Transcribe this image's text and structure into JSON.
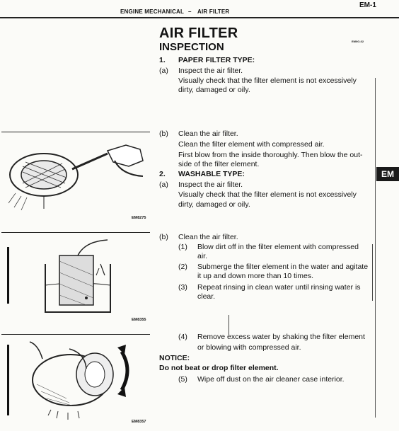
{
  "header": {
    "section": "ENGINE MECHANICAL",
    "separator": "–",
    "topic": "AIR FILTER",
    "page_number": "EM-1",
    "side_tab": "EM",
    "doc_code": "EM0G-02"
  },
  "title": "AIR FILTER",
  "subtitle": "INSPECTION",
  "items": {
    "s1_num": "1.",
    "s1_title": "PAPER FILTER TYPE:",
    "a1_letter": "(a)",
    "a1_title": "Inspect the air filter.",
    "a1_l1": "Visually check that the filter element is not excessively",
    "a1_l2": "dirty, damaged or oily.",
    "b1_letter": "(b)",
    "b1_title": "Clean the air filter.",
    "b1_l1": "Clean the filter element with compressed air.",
    "b1_l2": "First blow from the inside thoroughly. Then blow the out-",
    "b1_l3": "side of the filter element.",
    "s2_num": "2.",
    "s2_title": "WASHABLE TYPE:",
    "a2_letter": "(a)",
    "a2_title": "Inspect the air filter.",
    "a2_l1": "Visually check that the filter element is not excessively",
    "a2_l2": "dirty, damaged or oily.",
    "b2_letter": "(b)",
    "b2_title": "Clean the air filter.",
    "st1_num": "(1)",
    "st1_l1": "Blow dirt off in the filter element with compressed",
    "st1_l2": "air.",
    "st2_num": "(2)",
    "st2_l1": "Submerge the filter element in the water and agitate",
    "st2_l2": "it up and down more than 10 times.",
    "st3_num": "(3)",
    "st3_l1": "Repeat rinsing in clean water until rinsing water is",
    "st3_l2": "clear.",
    "st4_num": "(4)",
    "st4_l1": "Remove excess water by shaking the filter element",
    "st4_l2": "or blowing with compressed air.",
    "notice_label": "NOTICE:",
    "notice_text": "Do not beat or drop filter element.",
    "st5_num": "(5)",
    "st5_l1": "Wipe off dust on the air cleaner case interior."
  },
  "figures": {
    "fig1_label": "EM8275",
    "fig2_label": "EM8355",
    "fig3_label": "EM8357"
  }
}
